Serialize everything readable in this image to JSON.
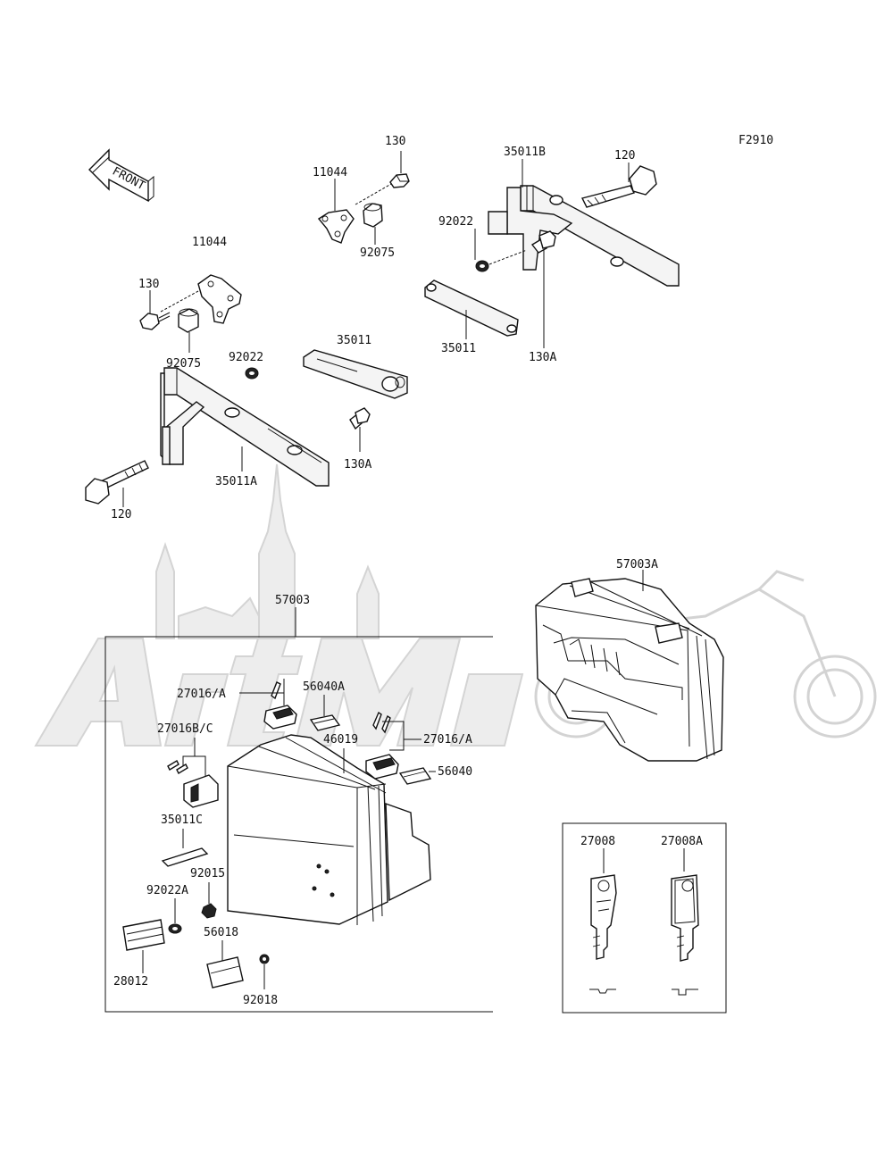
{
  "figure_code": "F2910",
  "direction_arrow": {
    "text": "FRONT"
  },
  "watermark": {
    "text": "ArtMoto",
    "icon": "motorcycle-silhouette-icon"
  },
  "labels": {
    "p130_top": "130",
    "p11044_top": "11044",
    "p92075_top": "92075",
    "p35011B": "35011B",
    "p120_top": "120",
    "p92022_top": "92022",
    "p35011_right": "35011",
    "p130A_right": "130A",
    "p11044_left": "11044",
    "p130_left": "130",
    "p92075_left": "92075",
    "p92022_left": "92022",
    "p35011_mid": "35011",
    "p130A_mid": "130A",
    "p35011A": "35011A",
    "p120_left": "120",
    "p57003": "57003",
    "p57003A": "57003A",
    "p27016A_1": "27016/A",
    "p56040A": "56040A",
    "p27016BC": "27016B/C",
    "p46019": "46019",
    "p27016A_2": "27016/A",
    "p56040": "56040",
    "p35011C": "35011C",
    "p92015": "92015",
    "p92022A": "92022A",
    "p56018": "56018",
    "p28012": "28012",
    "p92018": "92018",
    "p27008": "27008",
    "p27008A": "27008A"
  }
}
